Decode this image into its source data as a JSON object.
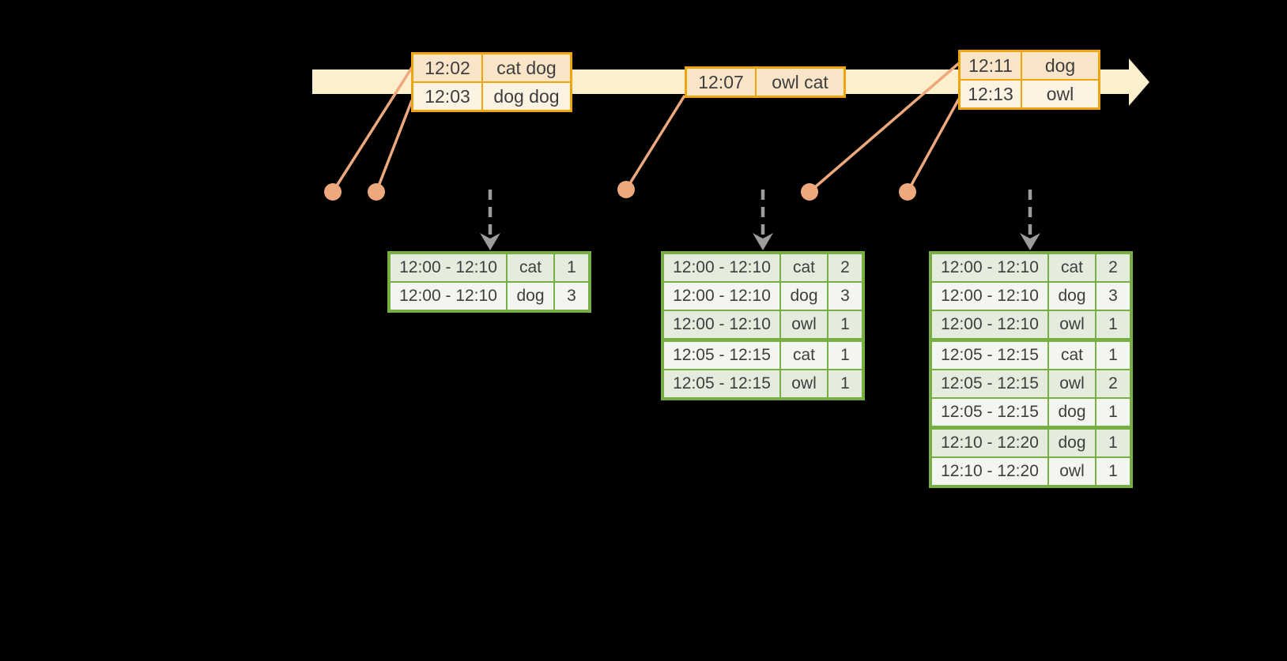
{
  "colors": {
    "background": "#000000",
    "timeline_fill": "#fcefcb",
    "event_table_border": "#efa50f",
    "event_row_dark": "#fae5c9",
    "event_row_light": "#fcf3e2",
    "connector_orange": "#eda87d",
    "trigger_arrow_gray": "#9c9c9c",
    "result_table_border": "#78af44",
    "result_row_dark": "#e4ecdd",
    "result_row_light": "#f3f6f0",
    "text": "#3e3e3e"
  },
  "event_tables": [
    {
      "rows": [
        [
          "12:02",
          "cat dog"
        ],
        [
          "12:03",
          "dog dog"
        ]
      ]
    },
    {
      "rows": [
        [
          "12:07",
          "owl cat"
        ]
      ]
    },
    {
      "rows": [
        [
          "12:11",
          "dog"
        ],
        [
          "12:13",
          "owl"
        ]
      ]
    }
  ],
  "result_tables": [
    {
      "group_breaks": [],
      "rows": [
        [
          "12:00 - 12:10",
          "cat",
          "1"
        ],
        [
          "12:00 - 12:10",
          "dog",
          "3"
        ]
      ]
    },
    {
      "group_breaks": [
        3
      ],
      "rows": [
        [
          "12:00 - 12:10",
          "cat",
          "2"
        ],
        [
          "12:00 - 12:10",
          "dog",
          "3"
        ],
        [
          "12:00 - 12:10",
          "owl",
          "1"
        ],
        [
          "12:05 - 12:15",
          "cat",
          "1"
        ],
        [
          "12:05 - 12:15",
          "owl",
          "1"
        ]
      ]
    },
    {
      "group_breaks": [
        3,
        6
      ],
      "rows": [
        [
          "12:00 - 12:10",
          "cat",
          "2"
        ],
        [
          "12:00 - 12:10",
          "dog",
          "3"
        ],
        [
          "12:00 - 12:10",
          "owl",
          "1"
        ],
        [
          "12:05 - 12:15",
          "cat",
          "1"
        ],
        [
          "12:05 - 12:15",
          "owl",
          "2"
        ],
        [
          "12:05 - 12:15",
          "dog",
          "1"
        ],
        [
          "12:10 - 12:20",
          "dog",
          "1"
        ],
        [
          "12:10 - 12:20",
          "owl",
          "1"
        ]
      ]
    }
  ]
}
